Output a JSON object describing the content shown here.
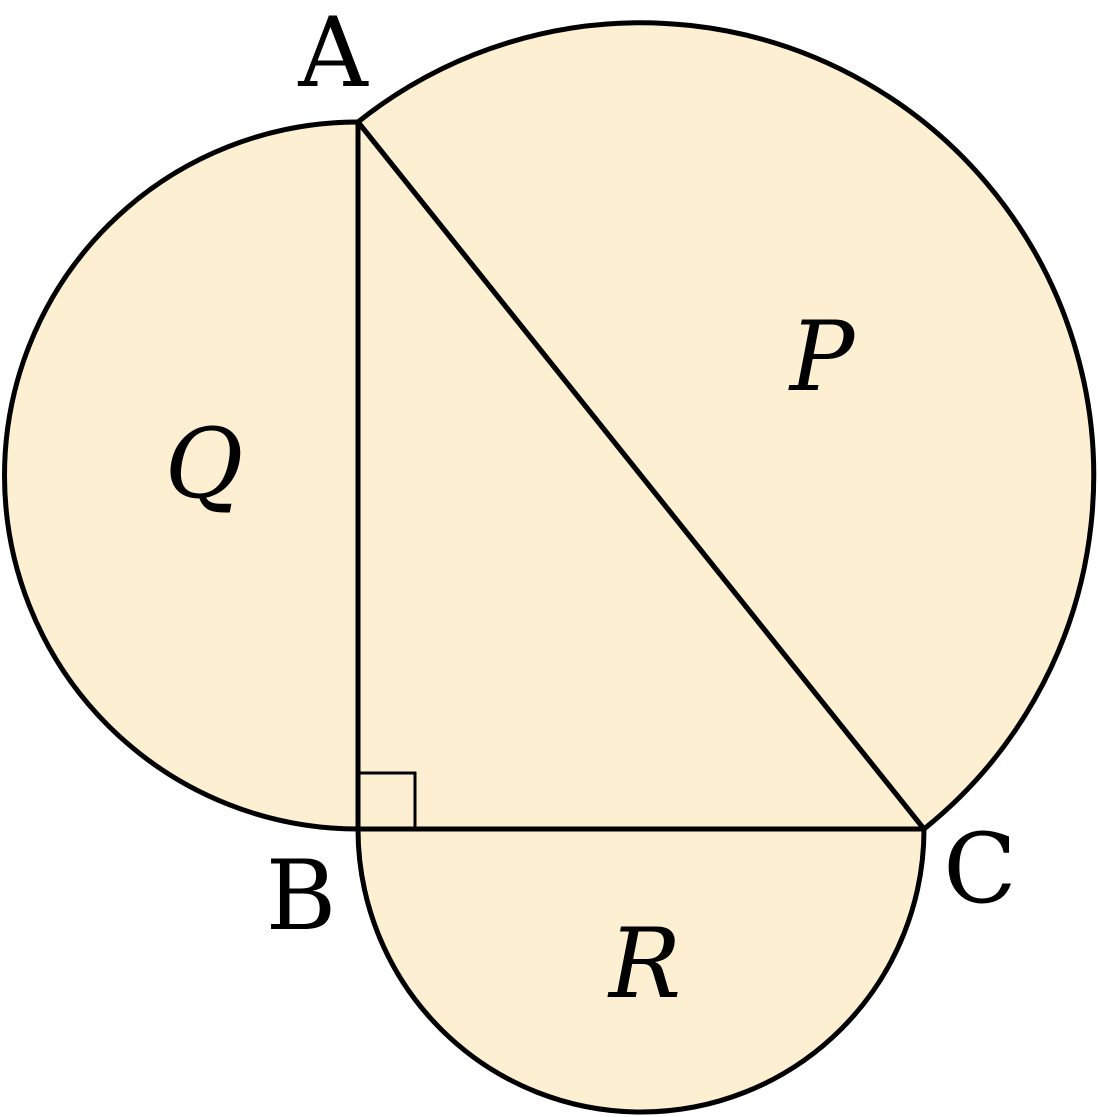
{
  "colors": {
    "fill": "#fdefd2",
    "stroke": "#000000"
  },
  "vertices": {
    "a": "A",
    "b": "B",
    "c": "C"
  },
  "regions": {
    "p": "P",
    "q": "Q",
    "r": "R"
  }
}
